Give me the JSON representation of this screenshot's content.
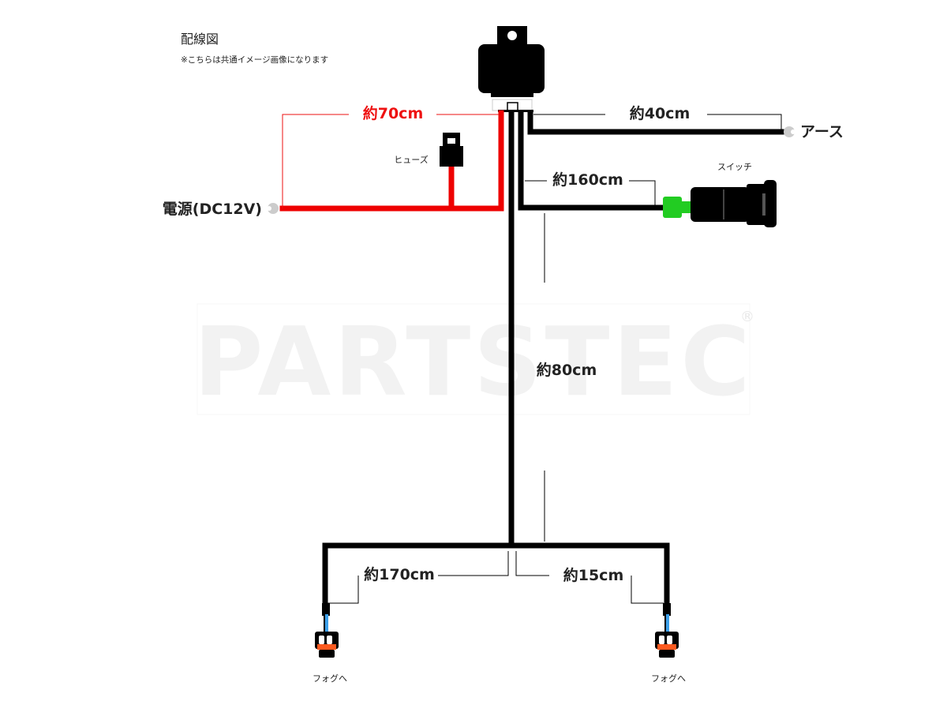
{
  "header": {
    "title": "配線図",
    "note": "※こちらは共通イメージ画像になります"
  },
  "watermark": {
    "text": "PARTSTEC",
    "mark": "®"
  },
  "labels": {
    "power_length": "約70cm",
    "ground_length": "約40cm",
    "switch_length": "約160cm",
    "main_length": "約80cm",
    "left_length": "約170cm",
    "right_length": "約15cm",
    "fuse": "ヒューズ",
    "power": "電源(DC12V)",
    "ground": "アース",
    "switch": "スイッチ",
    "fog_left": "フォグへ",
    "fog_right": "フォグへ"
  },
  "colors": {
    "wire": "#000000",
    "power_wire": "#ee0000",
    "switch_plug": "#22cc22",
    "connector": "#ff5a1f",
    "connector_wire": "#3b9ee8",
    "terminal": "#cccccc",
    "watermark": "#f2f2f2"
  }
}
